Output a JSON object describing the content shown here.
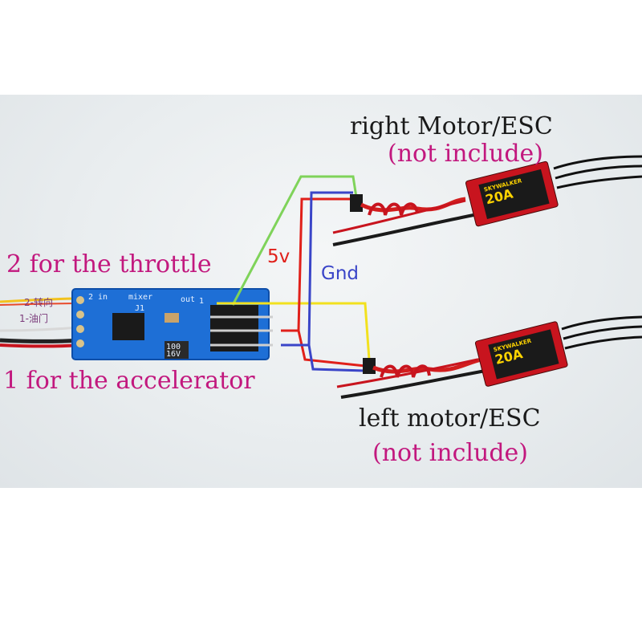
{
  "labels": {
    "right_motor": "right Motor/ESC",
    "right_not_include": "(not include)",
    "throttle_input": "2 for the throttle",
    "accelerator_input": "1 for the accelerator",
    "left_motor": "left motor/ESC",
    "left_not_include": "(not include)",
    "wire_5v": "5v",
    "wire_gnd": "Gnd",
    "input_2_cn": "2-转向",
    "input_1_cn": "1-油门"
  },
  "board": {
    "in_label": "2 in",
    "mixer_label": "mixer",
    "out_label": "out",
    "j1_label": "J1",
    "cap_label_top": "100",
    "cap_label_bottom": "16V",
    "pin_1_label": "1"
  },
  "esc": {
    "rating": "20A",
    "brand": "SKYWALKER"
  },
  "colors": {
    "label_magenta": "#c2187e",
    "label_dark": "#1a1a1a",
    "wire_5v": "#e0201a",
    "wire_gnd": "#3a45c8",
    "wire_signal_right": "#7fd35a",
    "wire_signal_left": "#f2e11e",
    "pcb_blue": "#1e6fd6",
    "esc_red": "#c8141e"
  }
}
